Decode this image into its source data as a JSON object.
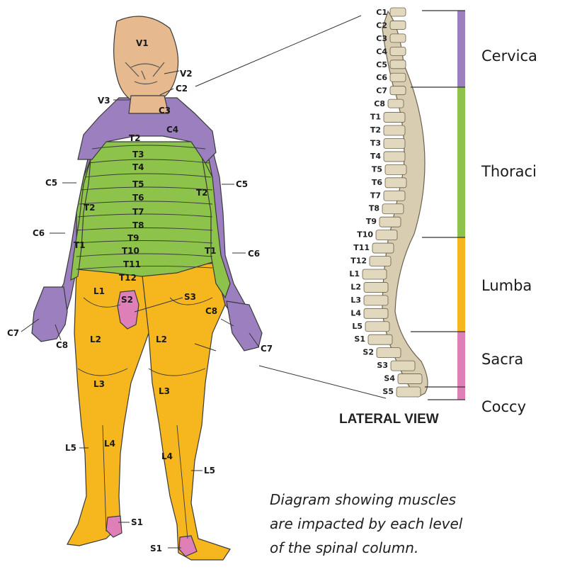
{
  "body_labels": {
    "V1": "V1",
    "V2": "V2",
    "V3": "V3",
    "C2": "C2",
    "C3": "C3",
    "C4": "C4",
    "C5L": "C5",
    "C5R": "C5",
    "C6L": "C6",
    "C6R": "C6",
    "C7L": "C7",
    "C7R": "C7",
    "C8L": "C8",
    "C8R": "C8",
    "T1L": "T1",
    "T1R": "T1",
    "T2L": "T2",
    "T2R": "T2",
    "T2": "T2",
    "T3": "T3",
    "T4": "T4",
    "T5": "T5",
    "T6": "T6",
    "T7": "T7",
    "T8": "T8",
    "T9": "T9",
    "T10": "T10",
    "T11": "T11",
    "T12": "T12",
    "L1": "L1",
    "L2L": "L2",
    "L2R": "L2",
    "L3L": "L3",
    "L3R": "L3",
    "L4L": "L4",
    "L4R": "L4",
    "L5L": "L5",
    "L5R": "L5",
    "S1L": "S1",
    "S1R": "S1",
    "S2": "S2",
    "S3": "S3"
  },
  "vertebrae": [
    "C1",
    "C2",
    "C3",
    "C4",
    "C5",
    "C6",
    "C7",
    "C8",
    "T1",
    "T2",
    "T3",
    "T4",
    "T5",
    "T6",
    "T7",
    "T8",
    "T9",
    "T10",
    "T11",
    "T12",
    "L1",
    "L2",
    "L3",
    "L4",
    "L5",
    "S1",
    "S2",
    "S3",
    "S4",
    "S5"
  ],
  "lateral_view": "LATERAL VIEW",
  "regions": [
    {
      "name": "Cervica",
      "color": "#9b7fbf"
    },
    {
      "name": "Thoraci",
      "color": "#8dc34a"
    },
    {
      "name": "Lumba",
      "color": "#f5b71d"
    },
    {
      "name": "Sacra",
      "color": "#df7fb8"
    },
    {
      "name": "Coccy",
      "color": "#df7fb8"
    }
  ],
  "caption": {
    "line1": "Diagram showing muscles",
    "line2": "are impacted by each level",
    "line3": "of the spinal column."
  },
  "colors": {
    "skin": "#e7b98f",
    "cervical": "#9b7fbf",
    "thoracic": "#8dc34a",
    "lumbar": "#f5b71d",
    "sacral": "#df7fb8",
    "bone": "#d8cdb0"
  }
}
